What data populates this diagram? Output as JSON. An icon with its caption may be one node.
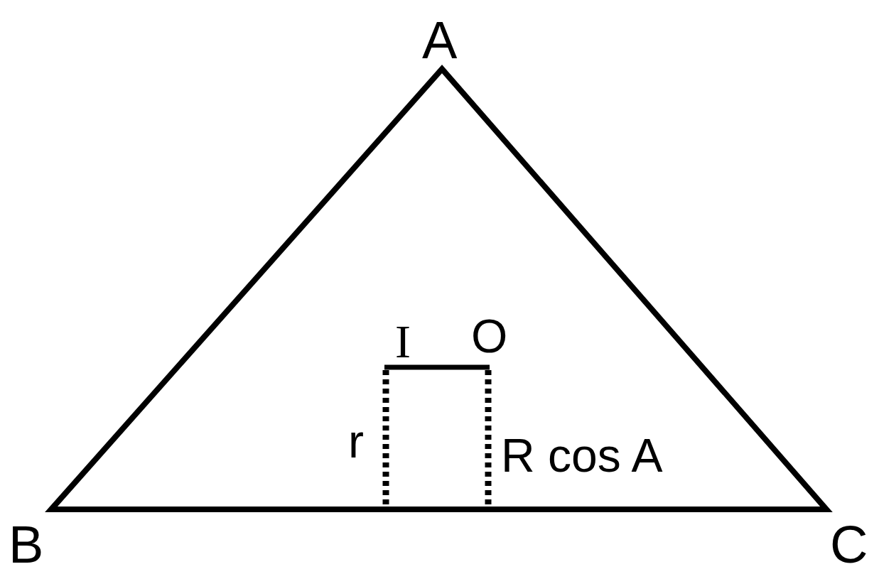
{
  "diagram": {
    "labels": [
      "A",
      "I",
      "O",
      "r",
      "R cos A",
      "B",
      "C"
    ]
  }
}
